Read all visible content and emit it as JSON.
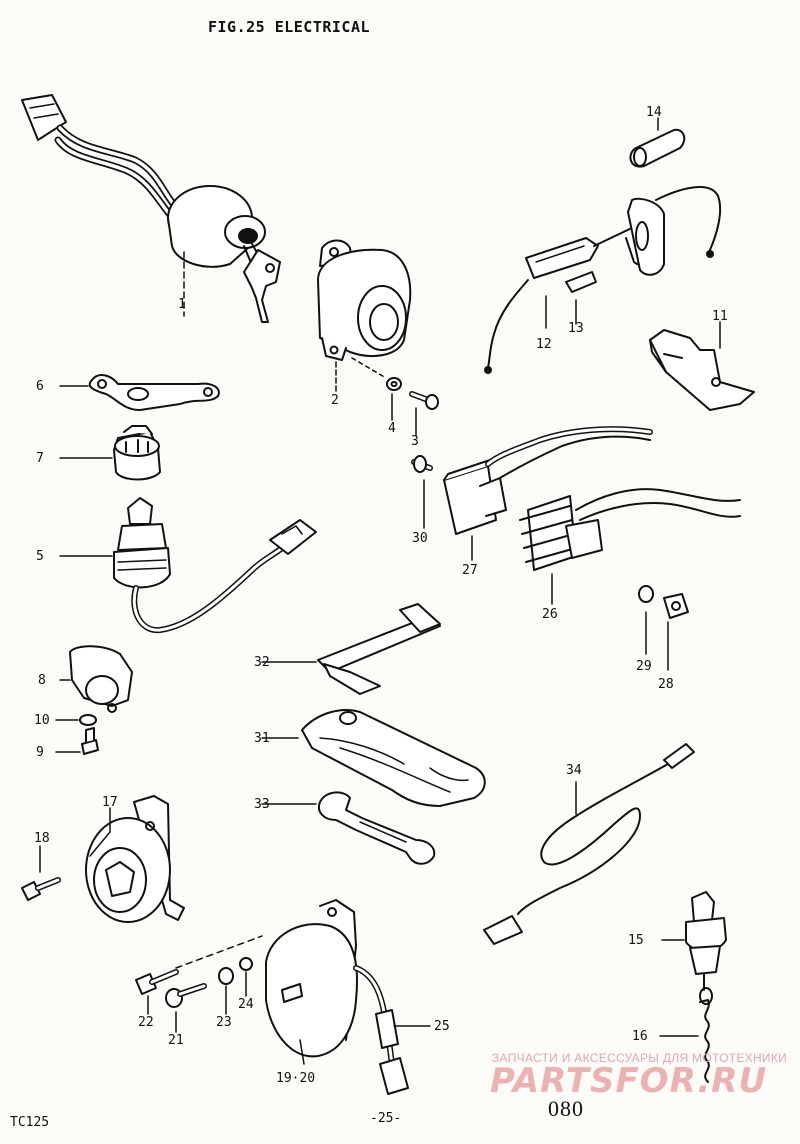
{
  "figure": {
    "title": "FIG.25  ELECTRICAL",
    "model": "TC125",
    "page_label": "-25-",
    "page_number": "080"
  },
  "callouts": [
    "1",
    "2",
    "3",
    "4",
    "5",
    "6",
    "7",
    "8",
    "9",
    "10",
    "11",
    "12",
    "13",
    "14",
    "15",
    "16",
    "17",
    "18",
    "19·20",
    "21",
    "22",
    "23",
    "24",
    "25",
    "26",
    "27",
    "28",
    "29",
    "30",
    "31",
    "32",
    "33",
    "34"
  ],
  "watermark": {
    "caption": "ЗАПЧАСТИ И АКСЕССУАРЫ ДЛЯ МОТОТЕХНИКИ",
    "logo": "PARTSFOR.RU"
  }
}
